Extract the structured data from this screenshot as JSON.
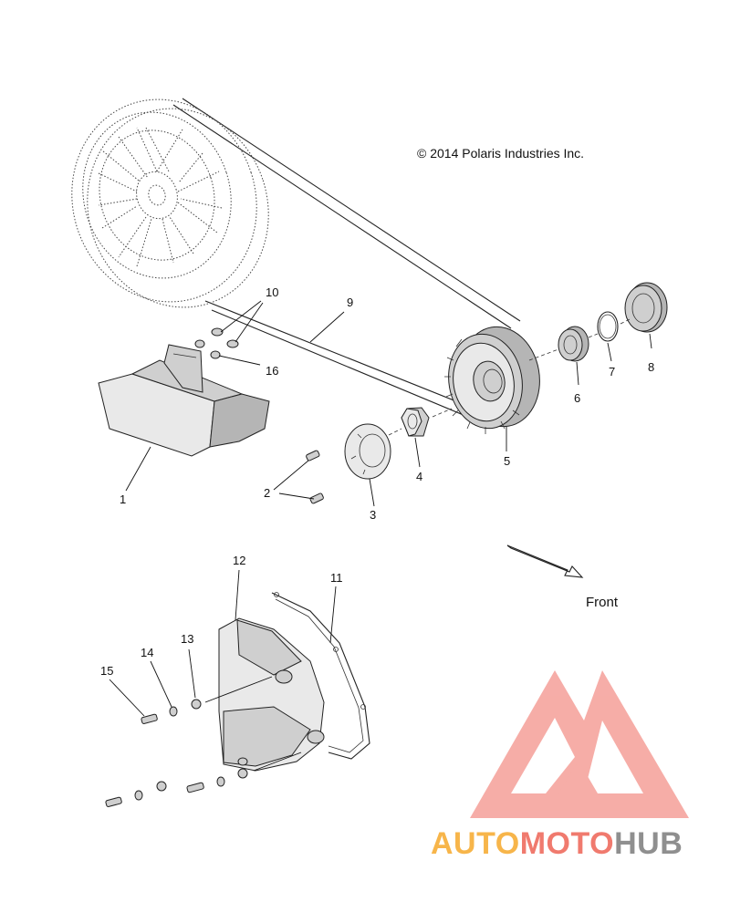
{
  "copyright": "© 2014 Polaris Industries Inc.",
  "direction_label": "Front",
  "callouts": {
    "c1": "1",
    "c2": "2",
    "c3": "3",
    "c4": "4",
    "c5": "5",
    "c6": "6",
    "c7": "7",
    "c8": "8",
    "c9": "9",
    "c10": "10",
    "c11": "11",
    "c12": "12",
    "c13": "13",
    "c14": "14",
    "c15": "15",
    "c16": "16"
  },
  "watermark": {
    "part1": "AUTO",
    "part2": "MOTO",
    "part3": "HUB",
    "color_orange": "#f7b54a",
    "color_red": "#f07a6e",
    "color_gray": "#8f8f8f"
  }
}
